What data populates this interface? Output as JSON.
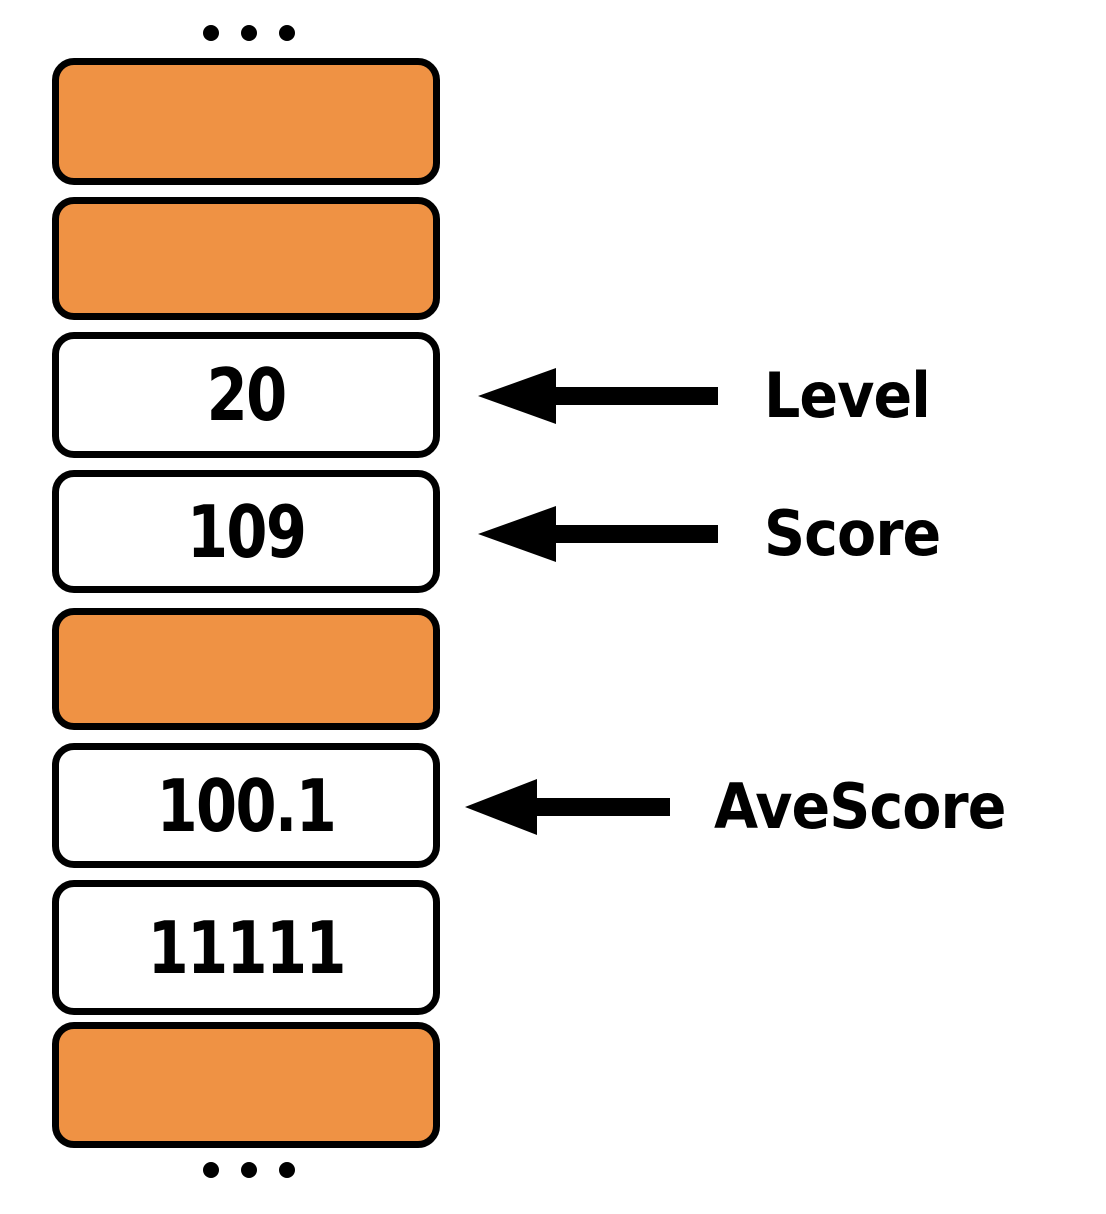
{
  "diagram": {
    "title": "array-stack-with-annotations",
    "colors": {
      "filled_cell": "#ef9244",
      "empty_cell": "#ffffff",
      "outline": "#000000",
      "text": "#000000"
    },
    "ellipsis": {
      "top_label": "...",
      "bottom_label": "...",
      "dot_count": 3
    },
    "cells": [
      {
        "index": 0,
        "value": "",
        "state": "filled"
      },
      {
        "index": 1,
        "value": "",
        "state": "filled"
      },
      {
        "index": 2,
        "value": "20",
        "state": "empty"
      },
      {
        "index": 3,
        "value": "109",
        "state": "empty"
      },
      {
        "index": 4,
        "value": "",
        "state": "filled"
      },
      {
        "index": 5,
        "value": "100.1",
        "state": "empty"
      },
      {
        "index": 6,
        "value": "11111",
        "state": "empty"
      },
      {
        "index": 7,
        "value": "",
        "state": "filled"
      }
    ],
    "annotations": [
      {
        "target_index": 2,
        "label": "Level",
        "arrow": "left-arrow"
      },
      {
        "target_index": 3,
        "label": "Score",
        "arrow": "left-arrow"
      },
      {
        "target_index": 5,
        "label": "AveScore",
        "arrow": "left-arrow"
      }
    ]
  }
}
